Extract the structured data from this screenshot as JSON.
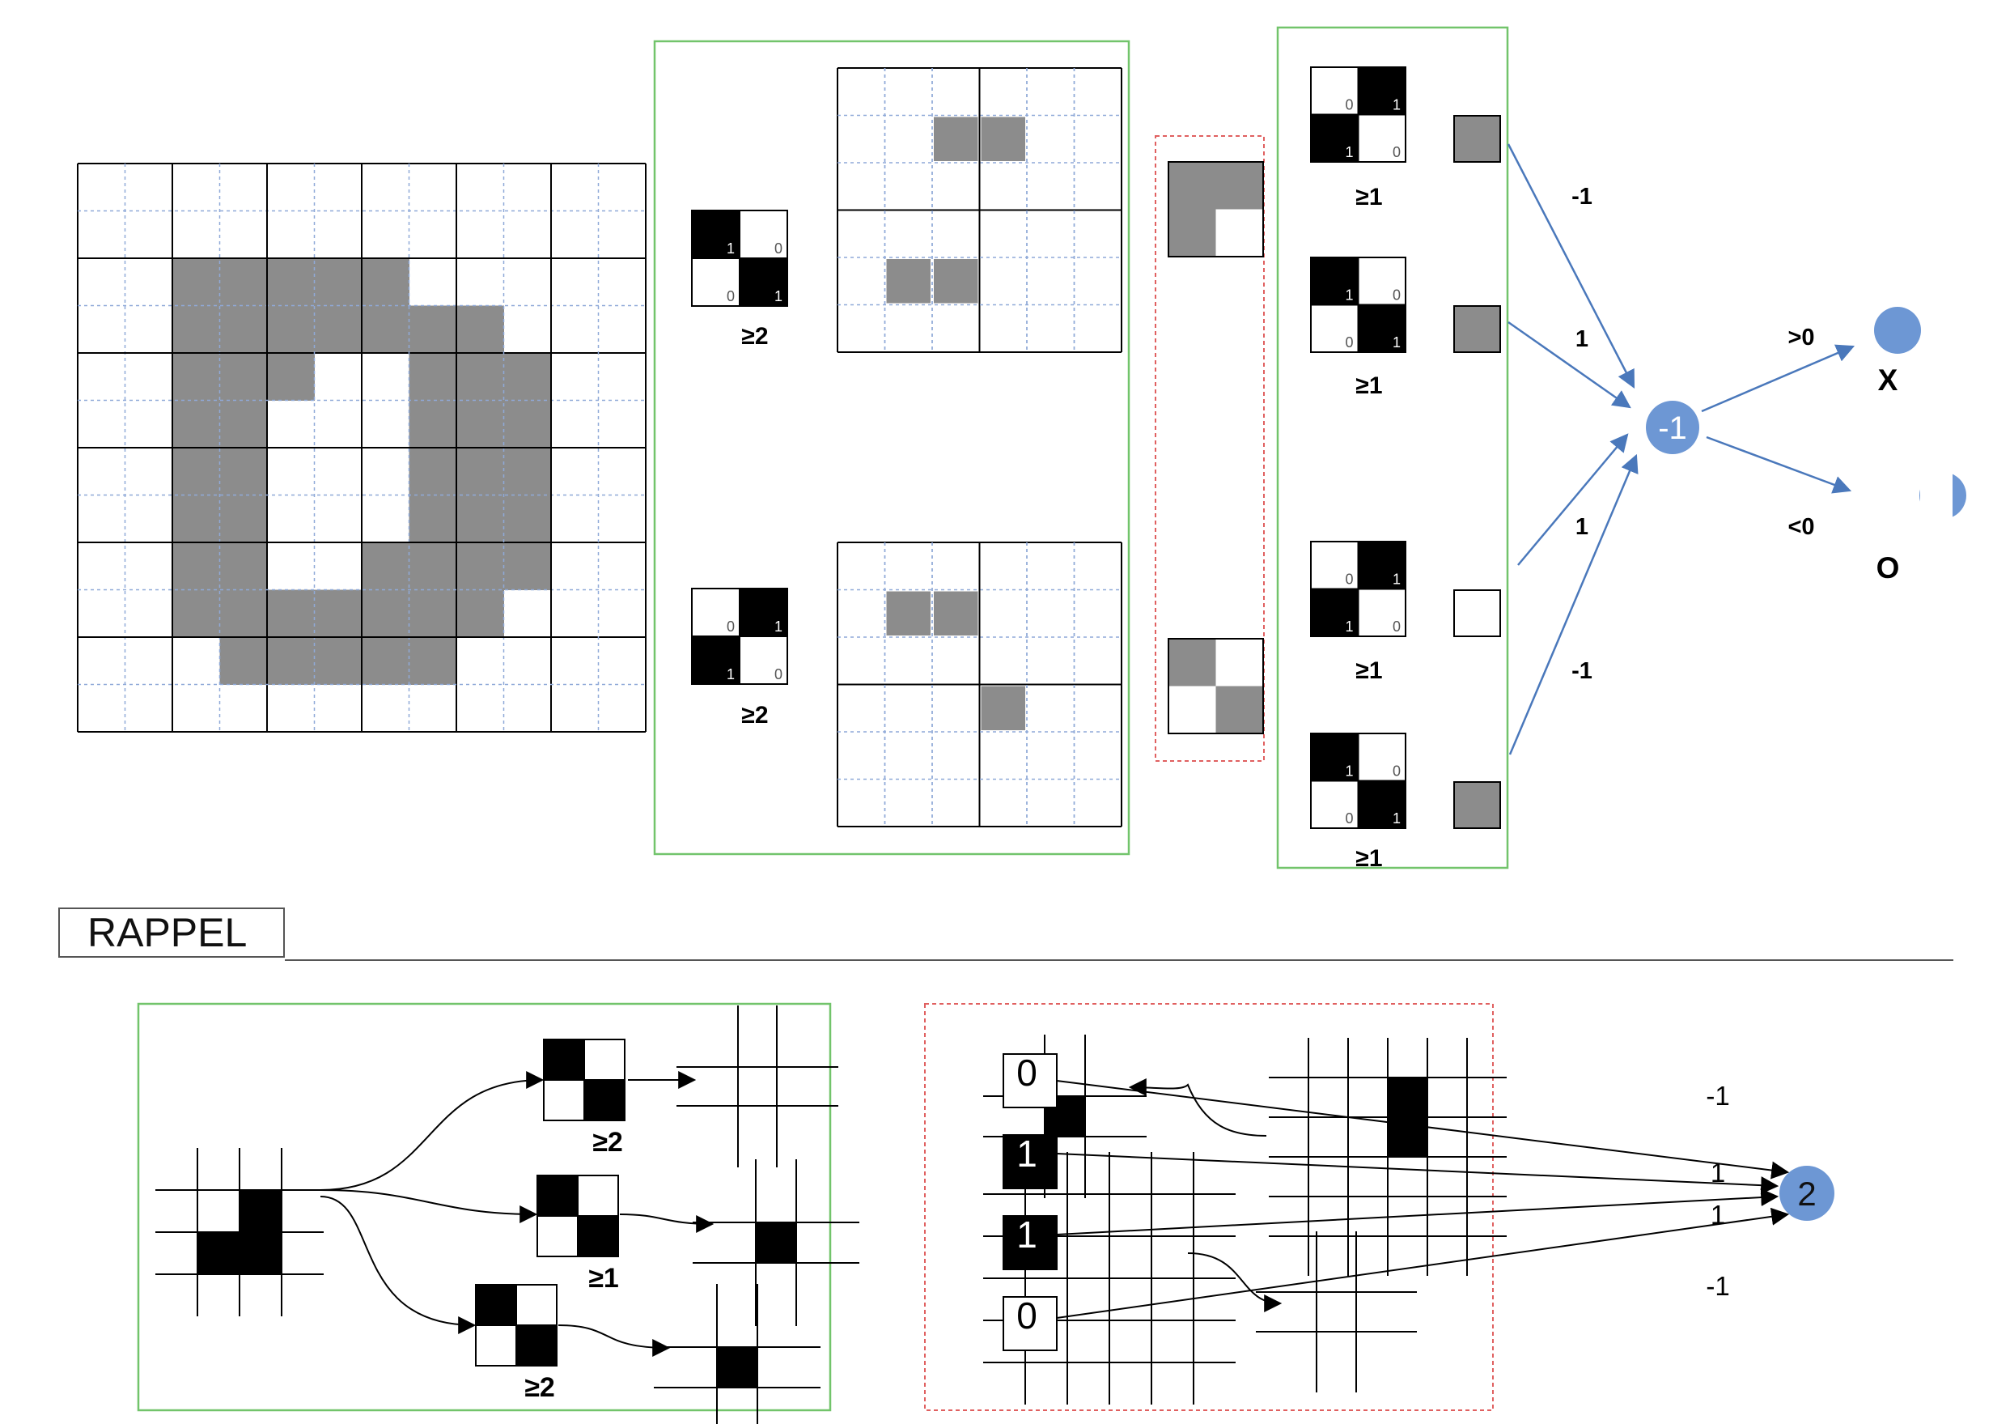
{
  "input_grid": {
    "cols": 12,
    "rows": 12,
    "filled_cells": [
      [
        2,
        2
      ],
      [
        3,
        2
      ],
      [
        4,
        2
      ],
      [
        5,
        2
      ],
      [
        6,
        2
      ],
      [
        2,
        3
      ],
      [
        3,
        3
      ],
      [
        4,
        3
      ],
      [
        5,
        3
      ],
      [
        6,
        3
      ],
      [
        7,
        3
      ],
      [
        8,
        3
      ],
      [
        2,
        4
      ],
      [
        3,
        4
      ],
      [
        4,
        4
      ],
      [
        7,
        4
      ],
      [
        8,
        4
      ],
      [
        9,
        4
      ],
      [
        2,
        5
      ],
      [
        3,
        5
      ],
      [
        7,
        5
      ],
      [
        8,
        5
      ],
      [
        9,
        5
      ],
      [
        2,
        6
      ],
      [
        3,
        6
      ],
      [
        7,
        6
      ],
      [
        8,
        6
      ],
      [
        9,
        6
      ],
      [
        2,
        7
      ],
      [
        3,
        7
      ],
      [
        7,
        7
      ],
      [
        8,
        7
      ],
      [
        9,
        7
      ],
      [
        2,
        8
      ],
      [
        3,
        8
      ],
      [
        6,
        8
      ],
      [
        7,
        8
      ],
      [
        8,
        8
      ],
      [
        9,
        8
      ],
      [
        2,
        9
      ],
      [
        3,
        9
      ],
      [
        4,
        9
      ],
      [
        5,
        9
      ],
      [
        6,
        9
      ],
      [
        7,
        9
      ],
      [
        8,
        9
      ],
      [
        3,
        10
      ],
      [
        4,
        10
      ],
      [
        5,
        10
      ],
      [
        6,
        10
      ],
      [
        7,
        10
      ]
    ]
  },
  "filters": [
    {
      "weights": [
        "1",
        "0",
        "0",
        "1"
      ],
      "threshold": "≥2",
      "filled": [
        [
          2,
          1
        ],
        [
          3,
          1
        ],
        [
          1,
          4
        ],
        [
          2,
          4
        ]
      ]
    },
    {
      "weights": [
        "0",
        "1",
        "1",
        "0"
      ],
      "threshold": "≥2",
      "filled": [
        [
          1,
          1
        ],
        [
          2,
          1
        ],
        [
          3,
          3
        ]
      ]
    }
  ],
  "pooled": [
    {
      "filled": [
        [
          0,
          0
        ],
        [
          1,
          0
        ],
        [
          0,
          1
        ]
      ]
    },
    {
      "filled": [
        [
          0,
          0
        ],
        [
          1,
          1
        ]
      ]
    }
  ],
  "second_filters": [
    {
      "weights": [
        "0",
        "1",
        "1",
        "0"
      ],
      "threshold": "≥1",
      "output_filled": true,
      "edge_weight": "-1"
    },
    {
      "weights": [
        "1",
        "0",
        "0",
        "1"
      ],
      "threshold": "≥1",
      "output_filled": true,
      "edge_weight": "1"
    },
    {
      "weights": [
        "0",
        "1",
        "1",
        "0"
      ],
      "threshold": "≥1",
      "output_filled": false,
      "edge_weight": "1"
    },
    {
      "weights": [
        "1",
        "0",
        "0",
        "1"
      ],
      "threshold": "≥1",
      "output_filled": true,
      "edge_weight": "-1"
    }
  ],
  "neuron": {
    "value": "-1"
  },
  "outputs": [
    {
      "condition": ">0",
      "label": "X"
    },
    {
      "condition": "<0",
      "label": "O"
    }
  ],
  "rappel": {
    "title": "RAPPEL",
    "conv_thresholds": [
      "≥2",
      "≥1",
      "≥2"
    ],
    "neuron_inputs": [
      {
        "value": "0",
        "filled": false,
        "weight": "-1"
      },
      {
        "value": "1",
        "filled": true,
        "weight": "1"
      },
      {
        "value": "1",
        "filled": true,
        "weight": "1"
      },
      {
        "value": "0",
        "filled": false,
        "weight": "-1"
      }
    ],
    "neuron_value": "2"
  },
  "colors": {
    "gray": "#8c8c8c",
    "black": "#000000",
    "green_border": "#72c46b",
    "red_dashed": "#e06060",
    "blue_grid": "#8fa9d8",
    "neuron": "#6d97d4",
    "arrow": "#4a78bb"
  }
}
